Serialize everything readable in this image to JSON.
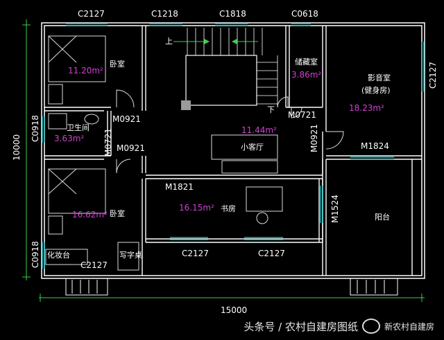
{
  "dimensions": {
    "width_total": "15000",
    "height_total": "10000"
  },
  "windows": {
    "top": [
      "C2127",
      "C1218",
      "C1818",
      "C0618"
    ],
    "bottom": [
      "C2127",
      "C2127",
      "C2127"
    ],
    "left": [
      "C0918",
      "C0918"
    ],
    "right": "C2127"
  },
  "rooms": {
    "bedroom_top": {
      "label": "卧室",
      "area": "11.20m²"
    },
    "bathroom": {
      "label": "卫生间",
      "area": "3.63m²"
    },
    "bedroom_bottom": {
      "label": "卧室",
      "area": "16.62m²"
    },
    "storage": {
      "label": "储藏室",
      "area": "3.86m²"
    },
    "theater": {
      "label": "影音室",
      "sublabel": "(健身房)",
      "area": "18.23m²"
    },
    "living_small": {
      "label": "小客厅",
      "area": "11.44m²"
    },
    "study": {
      "label": "书房",
      "area": "16.15m²"
    },
    "balcony": {
      "label": "阳台"
    },
    "dresser": {
      "label": "化妆台"
    },
    "desk": {
      "label": "写字桌"
    }
  },
  "doors": {
    "m0921_a": "M0921",
    "m0721_a": "M0721",
    "m0921_b": "M0921",
    "m0721_b": "M0721",
    "m0921_c": "M0921",
    "m1824": "M1824",
    "m1821": "M1821",
    "m1524": "M1524"
  },
  "stairs": {
    "up": "上",
    "down": "下"
  },
  "watermark": "头条号 / 农村自建房图纸",
  "watermark_badge": "新农村自建房",
  "colors": {
    "wall": "#ffffff",
    "dim": "#39d24a",
    "text": "#ffffff",
    "area": "#d041d0",
    "window": "#25d2d2",
    "door": "#e0e0e0"
  }
}
